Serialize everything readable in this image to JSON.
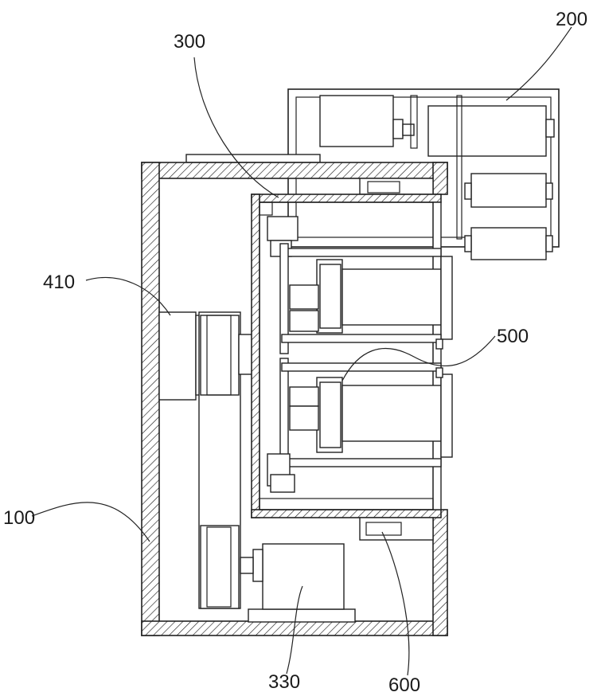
{
  "labels": {
    "l100": "100",
    "l200": "200",
    "l300": "300",
    "l330": "330",
    "l410": "410",
    "l500": "500",
    "l600": "600"
  },
  "colors": {
    "line": "#222222",
    "background": "#ffffff"
  }
}
